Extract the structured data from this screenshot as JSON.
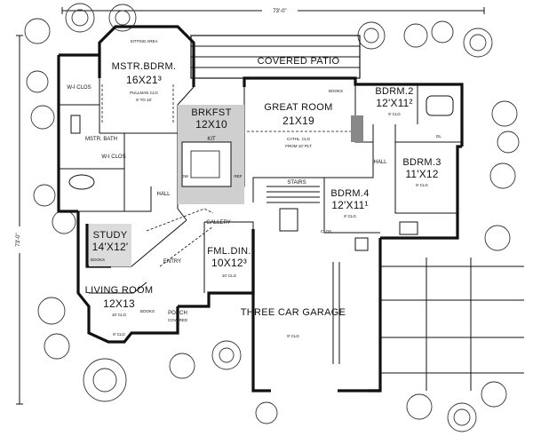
{
  "plan": {
    "overall_width": "73'-0\"",
    "overall_depth": "73'-0\"",
    "rooms": {
      "covered_patio": "COVERED PATIO",
      "sitting_area": "SITTING AREA",
      "master_bedroom": {
        "name": "MSTR.BDRM.",
        "size": "16X21³",
        "note": "PULLMAN CLG",
        "note2": "9' TO 16'"
      },
      "wi_clos_1": "W-I CLOS",
      "wi_clos_2": "W-I CLOS",
      "master_bath": "MSTR. BATH",
      "breakfast": {
        "name": "BRKFST",
        "size": "12X10"
      },
      "kitchen": "KIT",
      "great_room": {
        "name": "GREAT ROOM",
        "size": "21X19",
        "note": "CATHL. CLG",
        "note2": "FROM 10' PLT"
      },
      "books_1": "BOOKS",
      "bedroom2": {
        "name": "BDRM.2",
        "size": "12'X11²",
        "note": "9' CLG"
      },
      "bedroom3": {
        "name": "BDRM.3",
        "size": "11'X12",
        "note": "9' CLG"
      },
      "bedroom4": {
        "name": "BDRM.4",
        "size": "12'X11¹",
        "note": "9' CLG"
      },
      "clos": "CLOS",
      "hall_1": "HALL",
      "hall_2": "HALL",
      "stairs": "STAIRS",
      "study": {
        "name": "STUDY",
        "size": "14'X12'",
        "note": "BOOKS"
      },
      "gallery": "GALLERY",
      "entry": "ENTRY",
      "formal_dining": {
        "name": "FML.DIN.",
        "size": "10X12³",
        "note": "10' CLG"
      },
      "living_room": {
        "name": "LIVING ROOM",
        "size": "12X13",
        "note": "16' CLG",
        "note2": "9' CLG"
      },
      "books_2": "BOOKS",
      "porch": {
        "name": "PORCH",
        "note": "COVERED"
      },
      "garage": {
        "name": "THREE CAR GARAGE",
        "note": "9' CLG"
      },
      "dw": "DW",
      "ref": "REF",
      "dl": "DL"
    }
  }
}
